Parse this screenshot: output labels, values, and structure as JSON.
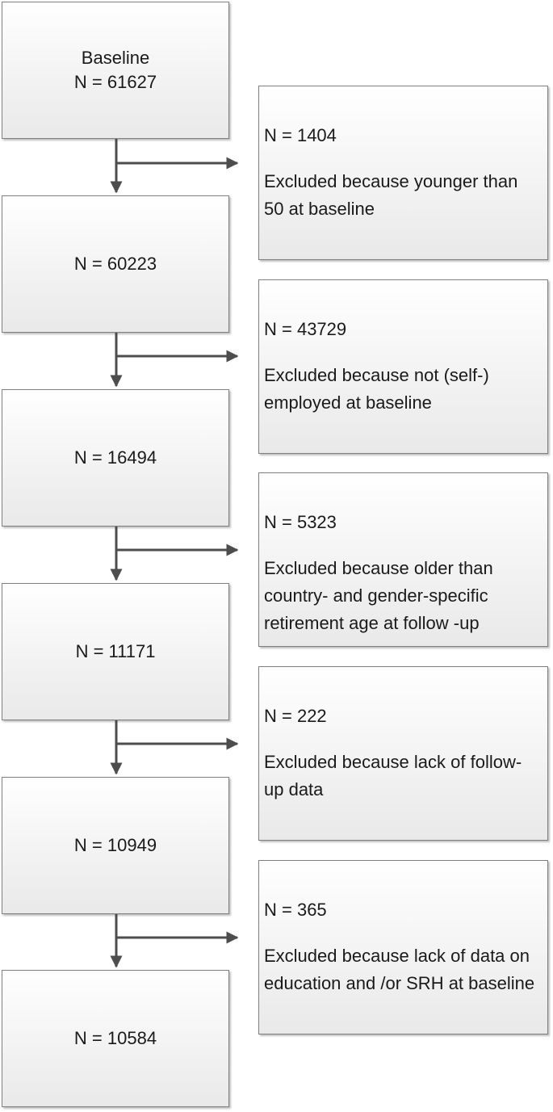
{
  "main_boxes": [
    {
      "label": "Baseline",
      "count": "N = 61627"
    },
    {
      "label": "",
      "count": "N = 60223"
    },
    {
      "label": "",
      "count": "N = 16494"
    },
    {
      "label": "",
      "count": "N = 11171"
    },
    {
      "label": "",
      "count": "N = 10949"
    },
    {
      "label": "",
      "count": "N = 10584"
    }
  ],
  "exclusion_boxes": [
    {
      "count": "N = 1404",
      "reason": "Excluded because younger than 50 at baseline"
    },
    {
      "count": "N = 43729",
      "reason": "Excluded because not  (self-) employed at baseline"
    },
    {
      "count": "N = 5323",
      "reason": "Excluded because older than country- and gender-specific retirement age at follow -up"
    },
    {
      "count": "N = 222",
      "reason": "Excluded because lack of follow-up data"
    },
    {
      "count": "N = 365",
      "reason": "Excluded because lack of data on education and /or SRH at baseline"
    }
  ],
  "colors": {
    "arrow": "#4d4d4d",
    "box_border": "#7f7f7f",
    "box_fill_top": "#ffffff",
    "box_fill_bottom": "#e9e9e9"
  }
}
